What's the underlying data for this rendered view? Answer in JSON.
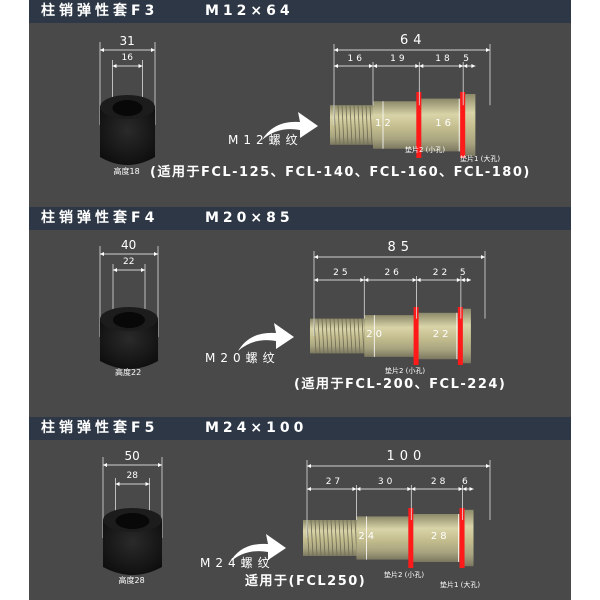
{
  "colors": {
    "panel": "#494949",
    "header": "#2d3746",
    "washer": "#ff1a1a",
    "bolt": "#c9c49a"
  },
  "sections": [
    {
      "title": "柱销弹性套F3",
      "spec": "M12×64",
      "sleeve": {
        "outer": "31",
        "inner": "16",
        "height_label": "高度18"
      },
      "thread_label": "M12螺纹",
      "bolt": {
        "total": 64,
        "total_label": "64",
        "segments": [
          16,
          19,
          18,
          5
        ],
        "segment_labels": [
          "16",
          "19",
          "18",
          "5"
        ],
        "dia1": "12",
        "dia2": "16"
      },
      "washer2_label": "垫片2 (小孔)",
      "washer1_label": "垫片1 (大孔)",
      "application": "(适用于FCL-125、FCL-140、FCL-160、FCL-180)"
    },
    {
      "title": "柱销弹性套F4",
      "spec": "M20×85",
      "sleeve": {
        "outer": "40",
        "inner": "22",
        "height_label": "高度22"
      },
      "thread_label": "M20螺纹",
      "bolt": {
        "total": 85,
        "total_label": "85",
        "segments": [
          25,
          26,
          22,
          5
        ],
        "segment_labels": [
          "25",
          "26",
          "22",
          "5"
        ],
        "dia1": "20",
        "dia2": "22"
      },
      "washer2_label": "垫片2 (小孔)",
      "application": "(适用于FCL-200、FCL-224)"
    },
    {
      "title": "柱销弹性套F5",
      "spec": "M24×100",
      "sleeve": {
        "outer": "50",
        "inner": "28",
        "height_label": "高度28"
      },
      "thread_label": "M24螺纹",
      "bolt": {
        "total": 100,
        "total_label": "100",
        "segments": [
          27,
          30,
          28,
          6
        ],
        "segment_labels": [
          "27",
          "30",
          "28",
          "6"
        ],
        "dia1": "24",
        "dia2": "28"
      },
      "washer2_label": "垫片2 (小孔)",
      "washer1_label": "垫片1 (大孔)",
      "application": "适用于(FCL250)"
    }
  ]
}
